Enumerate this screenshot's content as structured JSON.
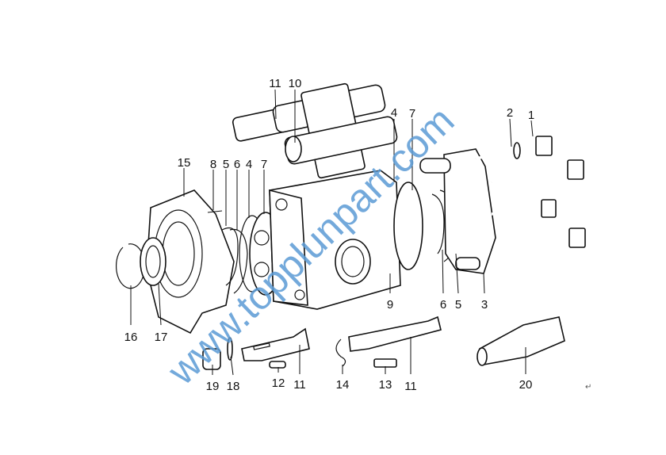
{
  "diagram": {
    "title": "Gear pump exploded view",
    "labels": [
      "11",
      "10",
      "2",
      "1",
      "4",
      "7",
      "15",
      "8",
      "5",
      "6",
      "4",
      "7",
      "9",
      "6",
      "5",
      "3",
      "16",
      "17",
      "19",
      "18",
      "12",
      "11",
      "14",
      "13",
      "11",
      "20"
    ],
    "watermark": "www.topplunpart.com",
    "return_mark": "↵",
    "colors": {
      "line": "#111111",
      "watermark": "#5b9bd5"
    }
  }
}
